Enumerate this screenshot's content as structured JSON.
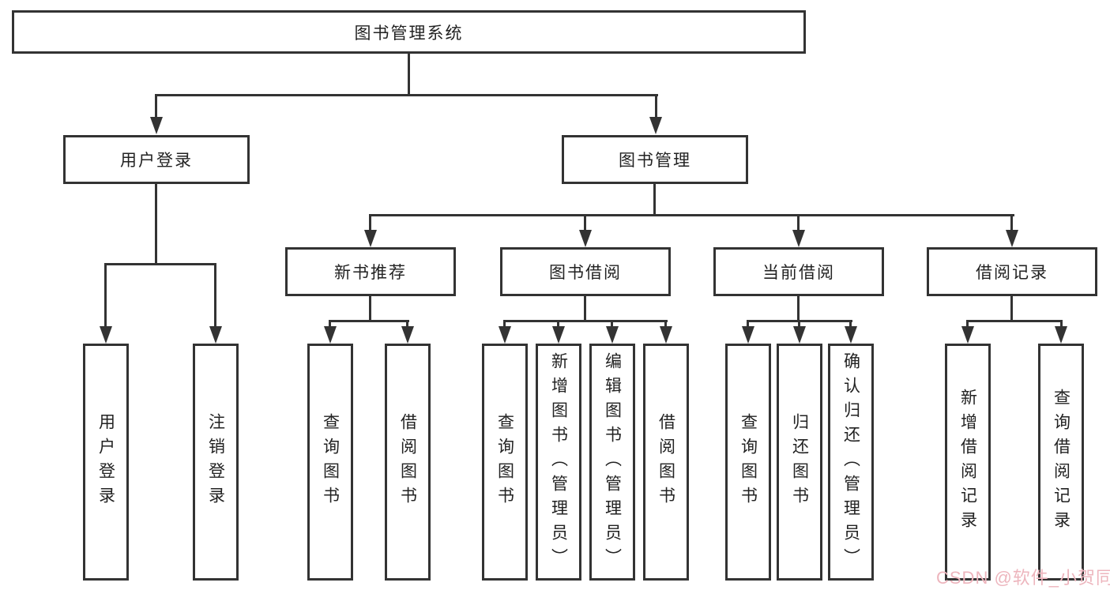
{
  "nodes": {
    "root": "图书管理系统",
    "left": {
      "label": "用户登录",
      "children": [
        "用户登录",
        "注销登录"
      ]
    },
    "right": {
      "label": "图书管理",
      "branches": [
        {
          "label": "新书推荐",
          "children": [
            "查询图书",
            "借阅图书"
          ]
        },
        {
          "label": "图书借阅",
          "children": [
            "查询图书",
            "新增图书（管理员）",
            "编辑图书（管理员）",
            "借阅图书"
          ]
        },
        {
          "label": "当前借阅",
          "children": [
            "查询图书",
            "归还图书",
            "确认归还（管理员）"
          ]
        },
        {
          "label": "借阅记录",
          "children": [
            "新增借阅记录",
            "查询借阅记录"
          ]
        }
      ]
    }
  },
  "watermark": "CSDN @软件_小贺同学",
  "colors": {
    "line": "#333333",
    "box_border": "#333333",
    "text": "#222222",
    "background": "#ffffff",
    "watermark_pink": "#edb5bd"
  }
}
